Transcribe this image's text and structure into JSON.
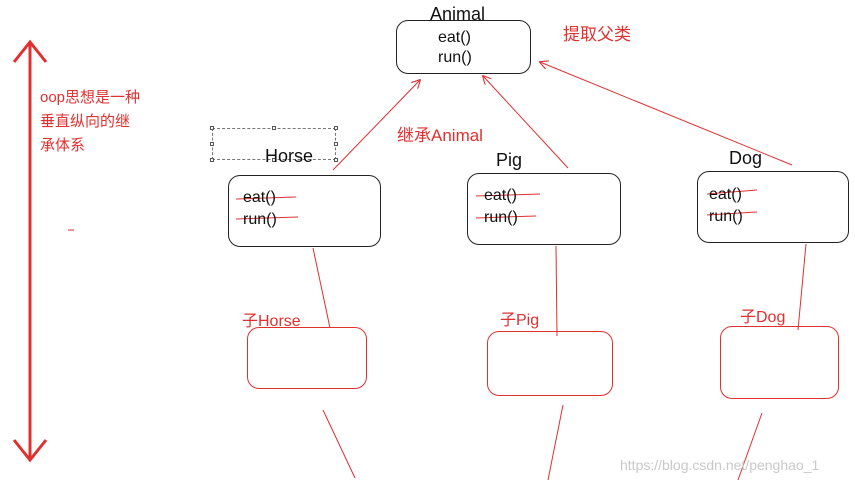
{
  "parent": {
    "title": "Animal",
    "methods": [
      "eat()",
      "run()"
    ],
    "extract_label": "提取父类"
  },
  "inherit_label": "继承Animal",
  "note": [
    "oop思想是一种",
    "垂直纵向的继",
    "承体系"
  ],
  "classes": [
    {
      "name": "Horse",
      "methods": [
        "eat()",
        "run()"
      ],
      "child": "子Horse"
    },
    {
      "name": "Pig",
      "methods": [
        "eat()",
        "run()"
      ],
      "child": "子Pig"
    },
    {
      "name": "Dog",
      "methods": [
        "eat()",
        "run()"
      ],
      "child": "子Dog"
    }
  ],
  "watermark": "https://blog.csdn.net/penghao_1",
  "colors": {
    "annotation": "#e03030",
    "box_border": "#222222"
  }
}
